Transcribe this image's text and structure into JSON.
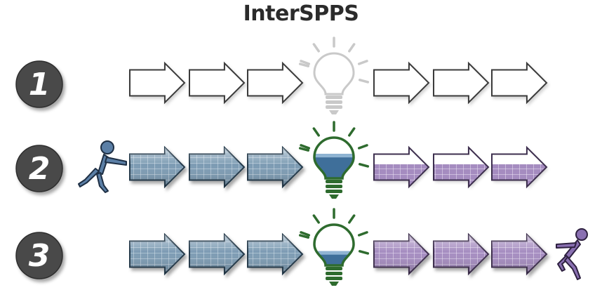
{
  "title": "InterSPPS",
  "rows": [
    {
      "number": "1",
      "left_arrows": [
        "outline",
        "outline",
        "outline"
      ],
      "bulb": {
        "style": "off",
        "fill_level": 0
      },
      "right_arrows": [
        "outline",
        "outline",
        "outline"
      ],
      "figure": "none"
    },
    {
      "number": "2",
      "left_arrows": [
        "blue-grid",
        "blue-grid",
        "blue-grid"
      ],
      "bulb": {
        "style": "on",
        "fill_level": 0.6
      },
      "right_arrows": [
        "purple-partial",
        "purple-partial",
        "purple-partial"
      ],
      "figure": "pushing-person-left"
    },
    {
      "number": "3",
      "left_arrows": [
        "blue-grid",
        "blue-grid",
        "blue-grid"
      ],
      "bulb": {
        "style": "on-outline",
        "fill_level": 0.35
      },
      "right_arrows": [
        "purple-grid",
        "purple-grid",
        "purple-grid"
      ],
      "figure": "running-person-right"
    }
  ],
  "colors": {
    "blue_fill": "#6f8fa6",
    "blue_dark": "#2f4a5e",
    "purple_fill": "#9a7fb6",
    "purple_dark": "#4b3a5e",
    "bulb_green": "#2e6b2e",
    "bulb_blue": "#3f6f9a",
    "figure_blue": "#5b7fa6",
    "figure_purple": "#8a70b2",
    "badge": "#4a4a4a"
  },
  "icons": [
    "number-badge-icon",
    "arrow-icon",
    "lightbulb-icon",
    "person-pushing-icon",
    "person-running-icon"
  ]
}
